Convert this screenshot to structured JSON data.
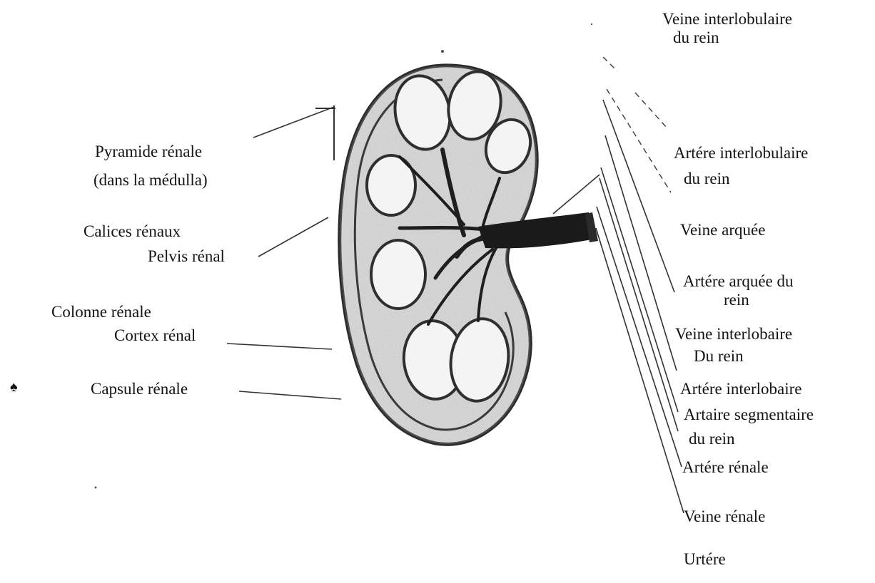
{
  "diagram": {
    "left_labels": {
      "pyramide_line1": "Pyramide rénale",
      "pyramide_line2": "(dans la médulla)",
      "calices": "Calices rénaux",
      "pelvis": "Pelvis rénal",
      "colonne": "Colonne rénale",
      "cortex": "Cortex rénal",
      "capsule": "Capsule rénale"
    },
    "right_labels": {
      "veine_interlobulaire_line1": "Veine interlobulaire",
      "veine_interlobulaire_line2": "du rein",
      "artere_interlobulaire_line1": "Artére interlobulaire",
      "artere_interlobulaire_line2": "du rein",
      "veine_arquee": "Veine arquée",
      "artere_arquee_line1": "Artére arquée du",
      "artere_arquee_line2": "rein",
      "veine_interlobaire_line1": "Veine interlobaire",
      "veine_interlobaire_line2": "Du rein",
      "artere_interlobaire": "Artére interlobaire",
      "artaire_segmentaire_line1": "Artaire segmentaire",
      "artaire_segmentaire_line2": "du rein",
      "artere_renale": "Artére rénale",
      "veine_renale": "Veine rénale",
      "uretere": "Urtére"
    },
    "colors": {
      "ink": "#141414",
      "shading": "#3a3a3a",
      "paper": "#ffffff"
    }
  }
}
